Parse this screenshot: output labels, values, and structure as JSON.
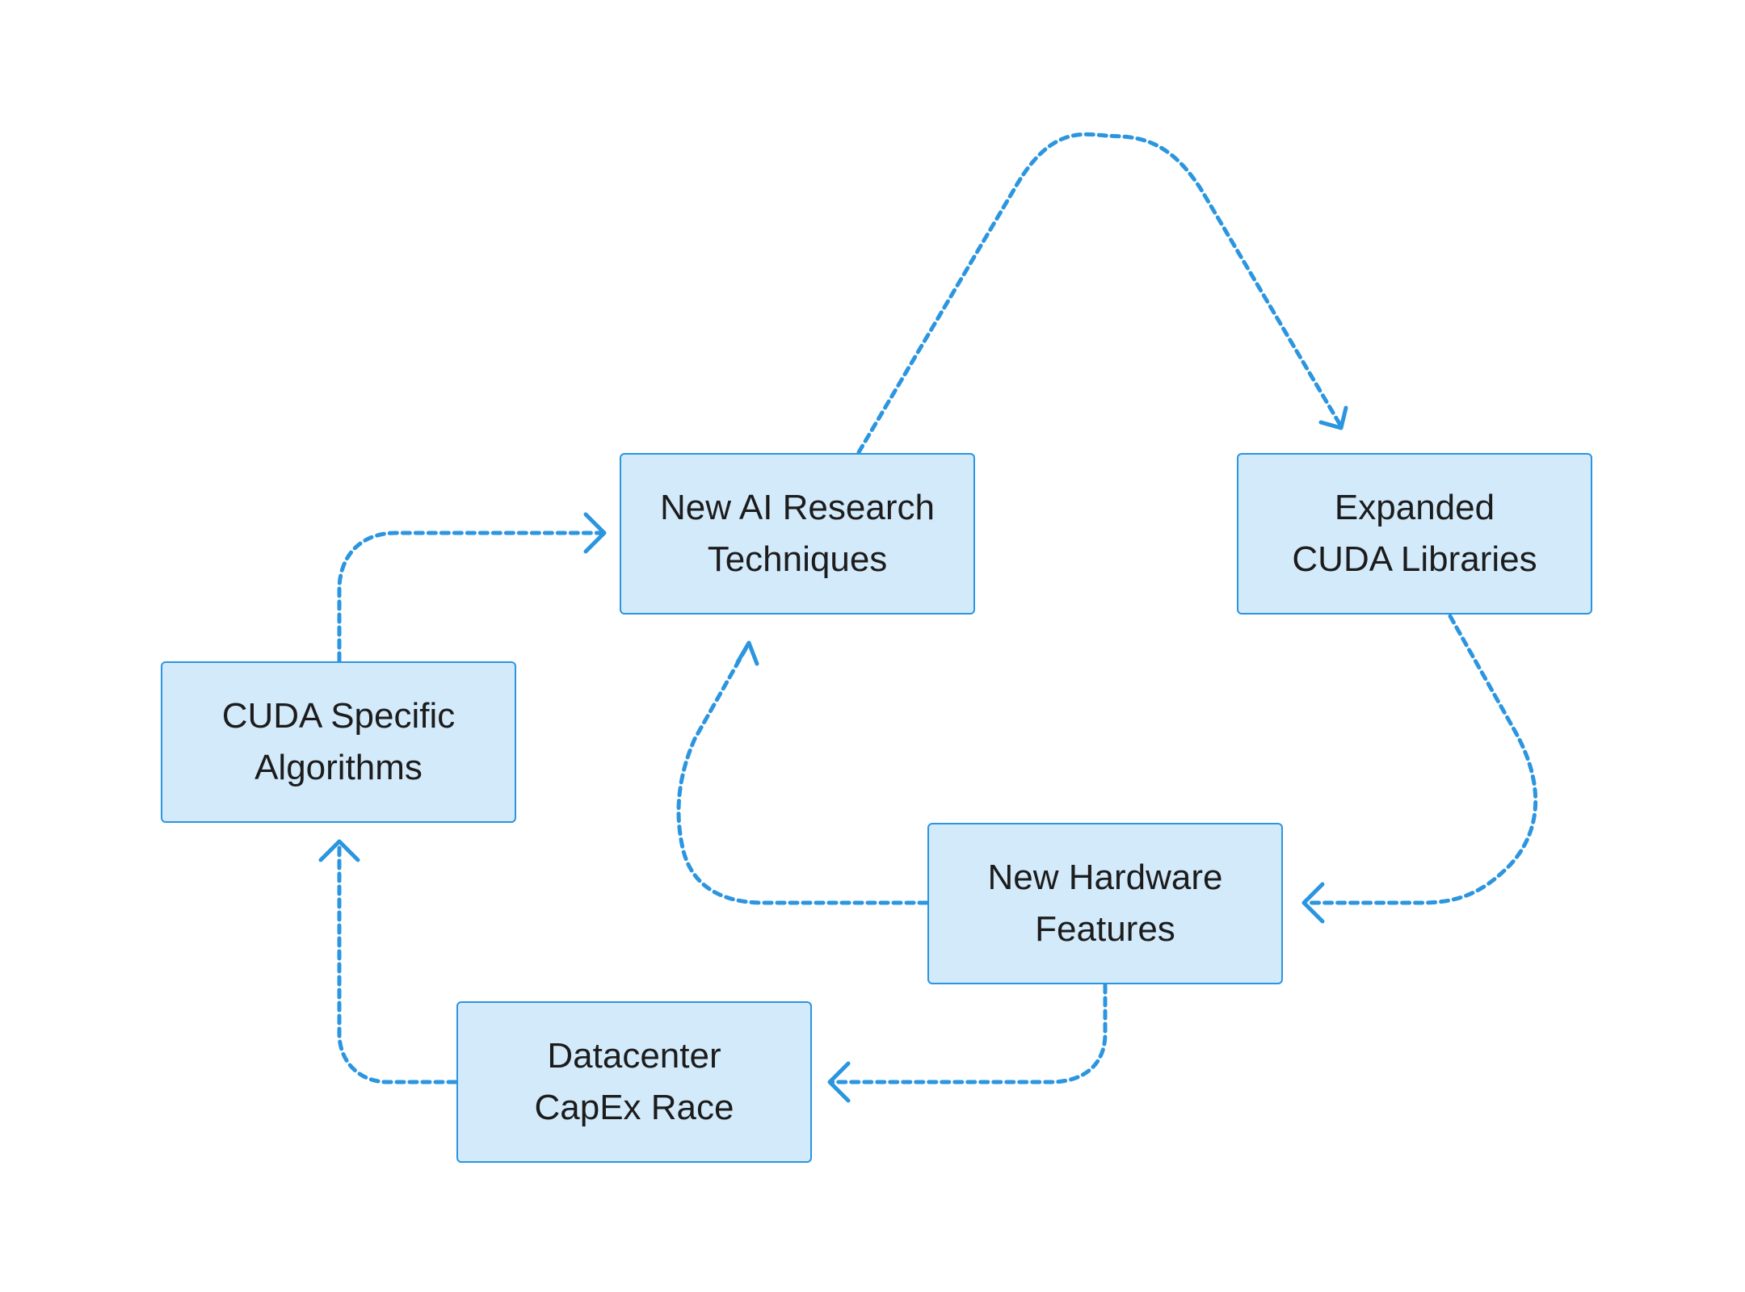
{
  "colors": {
    "node_fill": "#d3eafb",
    "node_border": "#2b95e0",
    "edge": "#2b95e0",
    "text": "#1c1c1c",
    "background": "#ffffff"
  },
  "nodes": {
    "research": {
      "line1": "New AI Research",
      "line2": "Techniques"
    },
    "libraries": {
      "line1": "Expanded",
      "line2": "CUDA Libraries"
    },
    "cuda_algo": {
      "line1": "CUDA Specific",
      "line2": "Algorithms"
    },
    "hardware": {
      "line1": "New Hardware",
      "line2": "Features"
    },
    "capex": {
      "line1": "Datacenter",
      "line2": "CapEx Race"
    }
  },
  "edges": [
    {
      "from": "research",
      "to": "libraries",
      "style": "dashed-arrow"
    },
    {
      "from": "libraries",
      "to": "hardware",
      "style": "dashed-arrow"
    },
    {
      "from": "hardware",
      "to": "research",
      "style": "dashed-arrow"
    },
    {
      "from": "hardware",
      "to": "capex",
      "style": "dashed-arrow"
    },
    {
      "from": "capex",
      "to": "cuda_algo",
      "style": "dashed-arrow"
    },
    {
      "from": "cuda_algo",
      "to": "research",
      "style": "dashed-arrow"
    }
  ]
}
